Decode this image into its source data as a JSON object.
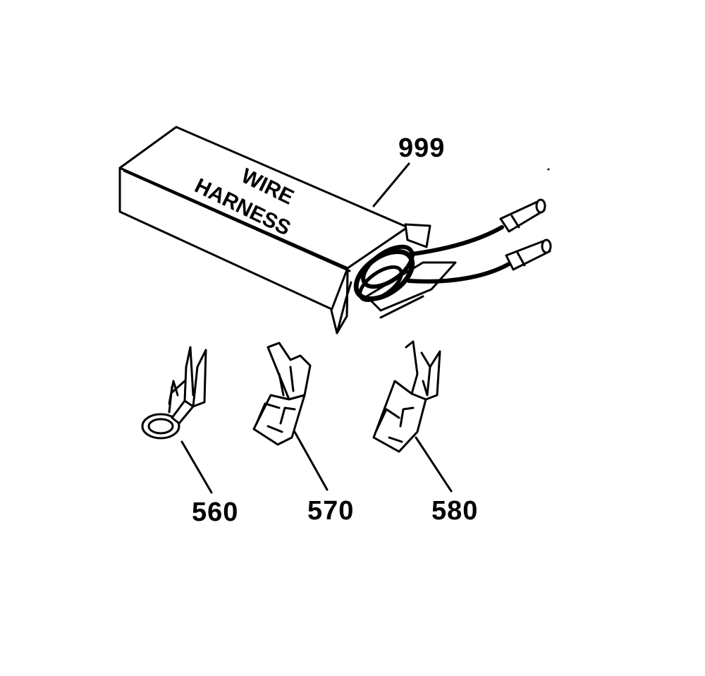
{
  "diagram": {
    "box_text_line1": "WIRE",
    "box_text_line2": "HARNESS",
    "parts": [
      {
        "label": "999"
      },
      {
        "label": "560"
      },
      {
        "label": "570"
      },
      {
        "label": "580"
      }
    ],
    "colors": {
      "line": "#000000",
      "background": "#ffffff"
    }
  }
}
